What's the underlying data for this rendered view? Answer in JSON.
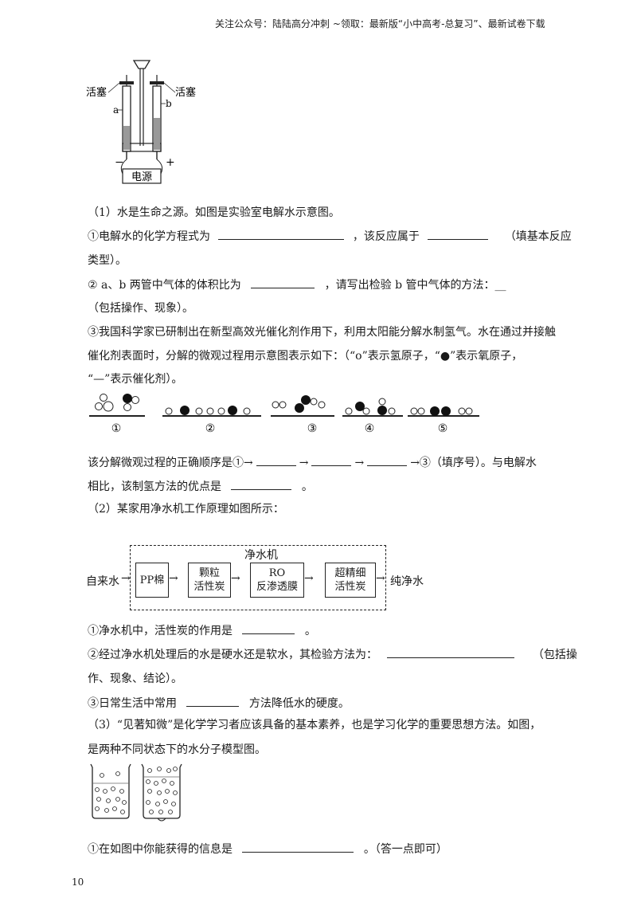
{
  "header": "关注公众号：陆陆高分冲刺  ~领取：最新版“小中高考-总复习”、最新试卷下载",
  "apparatus": {
    "left_label": "活塞",
    "right_label": "活塞",
    "tube_a": "a",
    "tube_b": "b",
    "power": "电源",
    "minus": "−",
    "plus": "+"
  },
  "q1": {
    "intro": "（1）水是生命之源。如图是实验室电解水示意图。",
    "s1a": "①电解水的化学方程式为",
    "s1b": "，该反应属于",
    "s1c": "（填基本反应",
    "s1d": "类型）。",
    "s2a": "② a、b 两管中气体的体积比为",
    "s2b": "，请写出检验 b 管中气体的方法：__",
    "s2c": "（包括操作、现象）。",
    "s3a": "③我国科学家已研制出在新型高效光催化剂作用下，利用太阳能分解水制氢气。水在通过并接触",
    "s3b": "催化剂表面时，分解的微观过程用示意图表示如下：（“o”表示氢原子，“●”表示氧原子，",
    "s3c": "“—”表示催化剂）。",
    "mol_labels": [
      "①",
      "②",
      "③",
      "④",
      "⑤"
    ],
    "order_a": "该分解微观过程的正确顺序是①→",
    "arrow": "→",
    "order_b": "→③（填序号）。与电解水",
    "order_c": "相比，该制氢方法的优点是",
    "period": "。"
  },
  "q2": {
    "intro": "（2）某家用净水机工作原理如图所示：",
    "flow": {
      "title": "净水机",
      "input": "自来水",
      "output": "纯净水",
      "box1": "PP棉",
      "box2a": "颗粒",
      "box2b": "活性炭",
      "box3a": "RO",
      "box3b": "反渗透膜",
      "box4a": "超精细",
      "box4b": "活性炭"
    },
    "s1a": "①净水机中，活性炭的作用是",
    "s1b": "。",
    "s2a": "②经过净水机处理后的水是硬水还是软水，其检验方法为：",
    "s2b": "（包括操",
    "s2c": "作、现象、结论）。",
    "s3a": "③日常生活中常用",
    "s3b": "方法降低水的硬度。"
  },
  "q3": {
    "s1": "（3）“见著知微”是化学学习者应该具备的基本素养，也是学习化学的重要思想方法。如图，",
    "s2": "是两种不同状态下的水分子模型图。",
    "s3a": "①在如图中你能获得的信息是",
    "s3b": "。（答一点即可）"
  },
  "page_number": "10"
}
